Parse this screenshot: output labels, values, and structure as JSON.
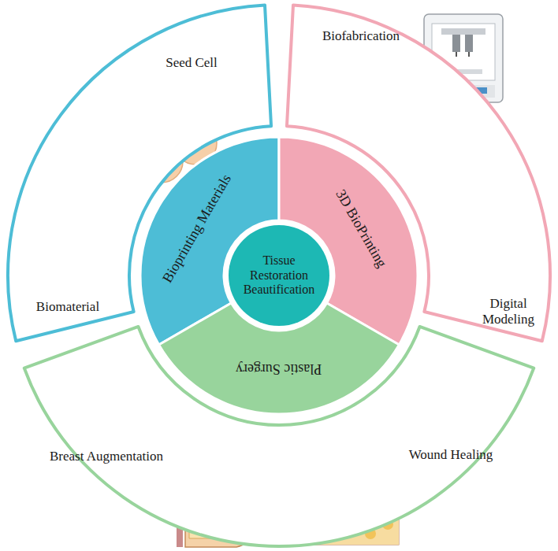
{
  "diagram": {
    "nodes": [
      {
        "text": [
          "Tissue Restoration Beautification"
        ]
      },
      {
        "text": [
          "Bioprinting Materials"
        ]
      },
      {
        "text": [
          "3D BioPrinting"
        ]
      },
      {
        "text": [
          "Plastic Surgery"
        ]
      },
      {
        "text": [
          "Seed Cell",
          "Biomaterial"
        ]
      },
      {
        "text": [
          "Biofabrication",
          "Digital Modeling"
        ]
      },
      {
        "text": [
          "Breast Augmentation",
          "Wound Healing"
        ]
      }
    ]
  }
}
